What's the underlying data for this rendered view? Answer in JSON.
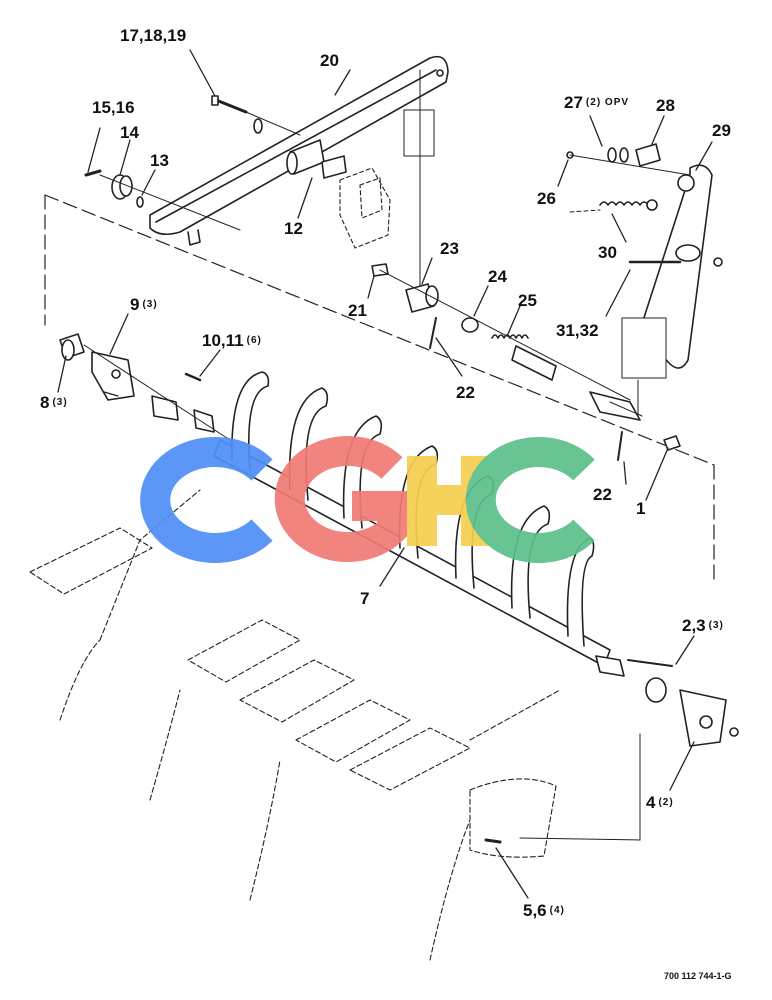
{
  "callouts": [
    {
      "id": "c1",
      "label": "17,18,19",
      "qty": ""
    },
    {
      "id": "c2",
      "label": "20",
      "qty": ""
    },
    {
      "id": "c3",
      "label": "15,16",
      "qty": ""
    },
    {
      "id": "c4",
      "label": "14",
      "qty": ""
    },
    {
      "id": "c5",
      "label": "13",
      "qty": ""
    },
    {
      "id": "c6",
      "label": "12",
      "qty": ""
    },
    {
      "id": "c7",
      "label": "27",
      "qty": "(2) OPV"
    },
    {
      "id": "c8",
      "label": "28",
      "qty": ""
    },
    {
      "id": "c9",
      "label": "29",
      "qty": ""
    },
    {
      "id": "c10",
      "label": "26",
      "qty": ""
    },
    {
      "id": "c11",
      "label": "30",
      "qty": ""
    },
    {
      "id": "c12",
      "label": "23",
      "qty": ""
    },
    {
      "id": "c13",
      "label": "24",
      "qty": ""
    },
    {
      "id": "c14",
      "label": "25",
      "qty": ""
    },
    {
      "id": "c15",
      "label": "21",
      "qty": ""
    },
    {
      "id": "c16",
      "label": "31,32",
      "qty": ""
    },
    {
      "id": "c17",
      "label": "22",
      "qty": ""
    },
    {
      "id": "c18",
      "label": "9",
      "qty": "(3)"
    },
    {
      "id": "c19",
      "label": "10,11",
      "qty": "(6)"
    },
    {
      "id": "c20",
      "label": "8",
      "qty": "(3)"
    },
    {
      "id": "c21",
      "label": "22",
      "qty": ""
    },
    {
      "id": "c22",
      "label": "1",
      "qty": ""
    },
    {
      "id": "c23",
      "label": "7",
      "qty": ""
    },
    {
      "id": "c24",
      "label": "2,3",
      "qty": "(3)"
    },
    {
      "id": "c25",
      "label": "4",
      "qty": "(2)"
    },
    {
      "id": "c26",
      "label": "5,6",
      "qty": "(4)"
    }
  ],
  "drawing_number": "700 112 744-1-G",
  "watermark": {
    "letters": [
      "C",
      "G",
      "H",
      "C"
    ],
    "colors": [
      "#4f8ff7",
      "#f07a74",
      "#f5cf4e",
      "#5cbf8a"
    ]
  }
}
